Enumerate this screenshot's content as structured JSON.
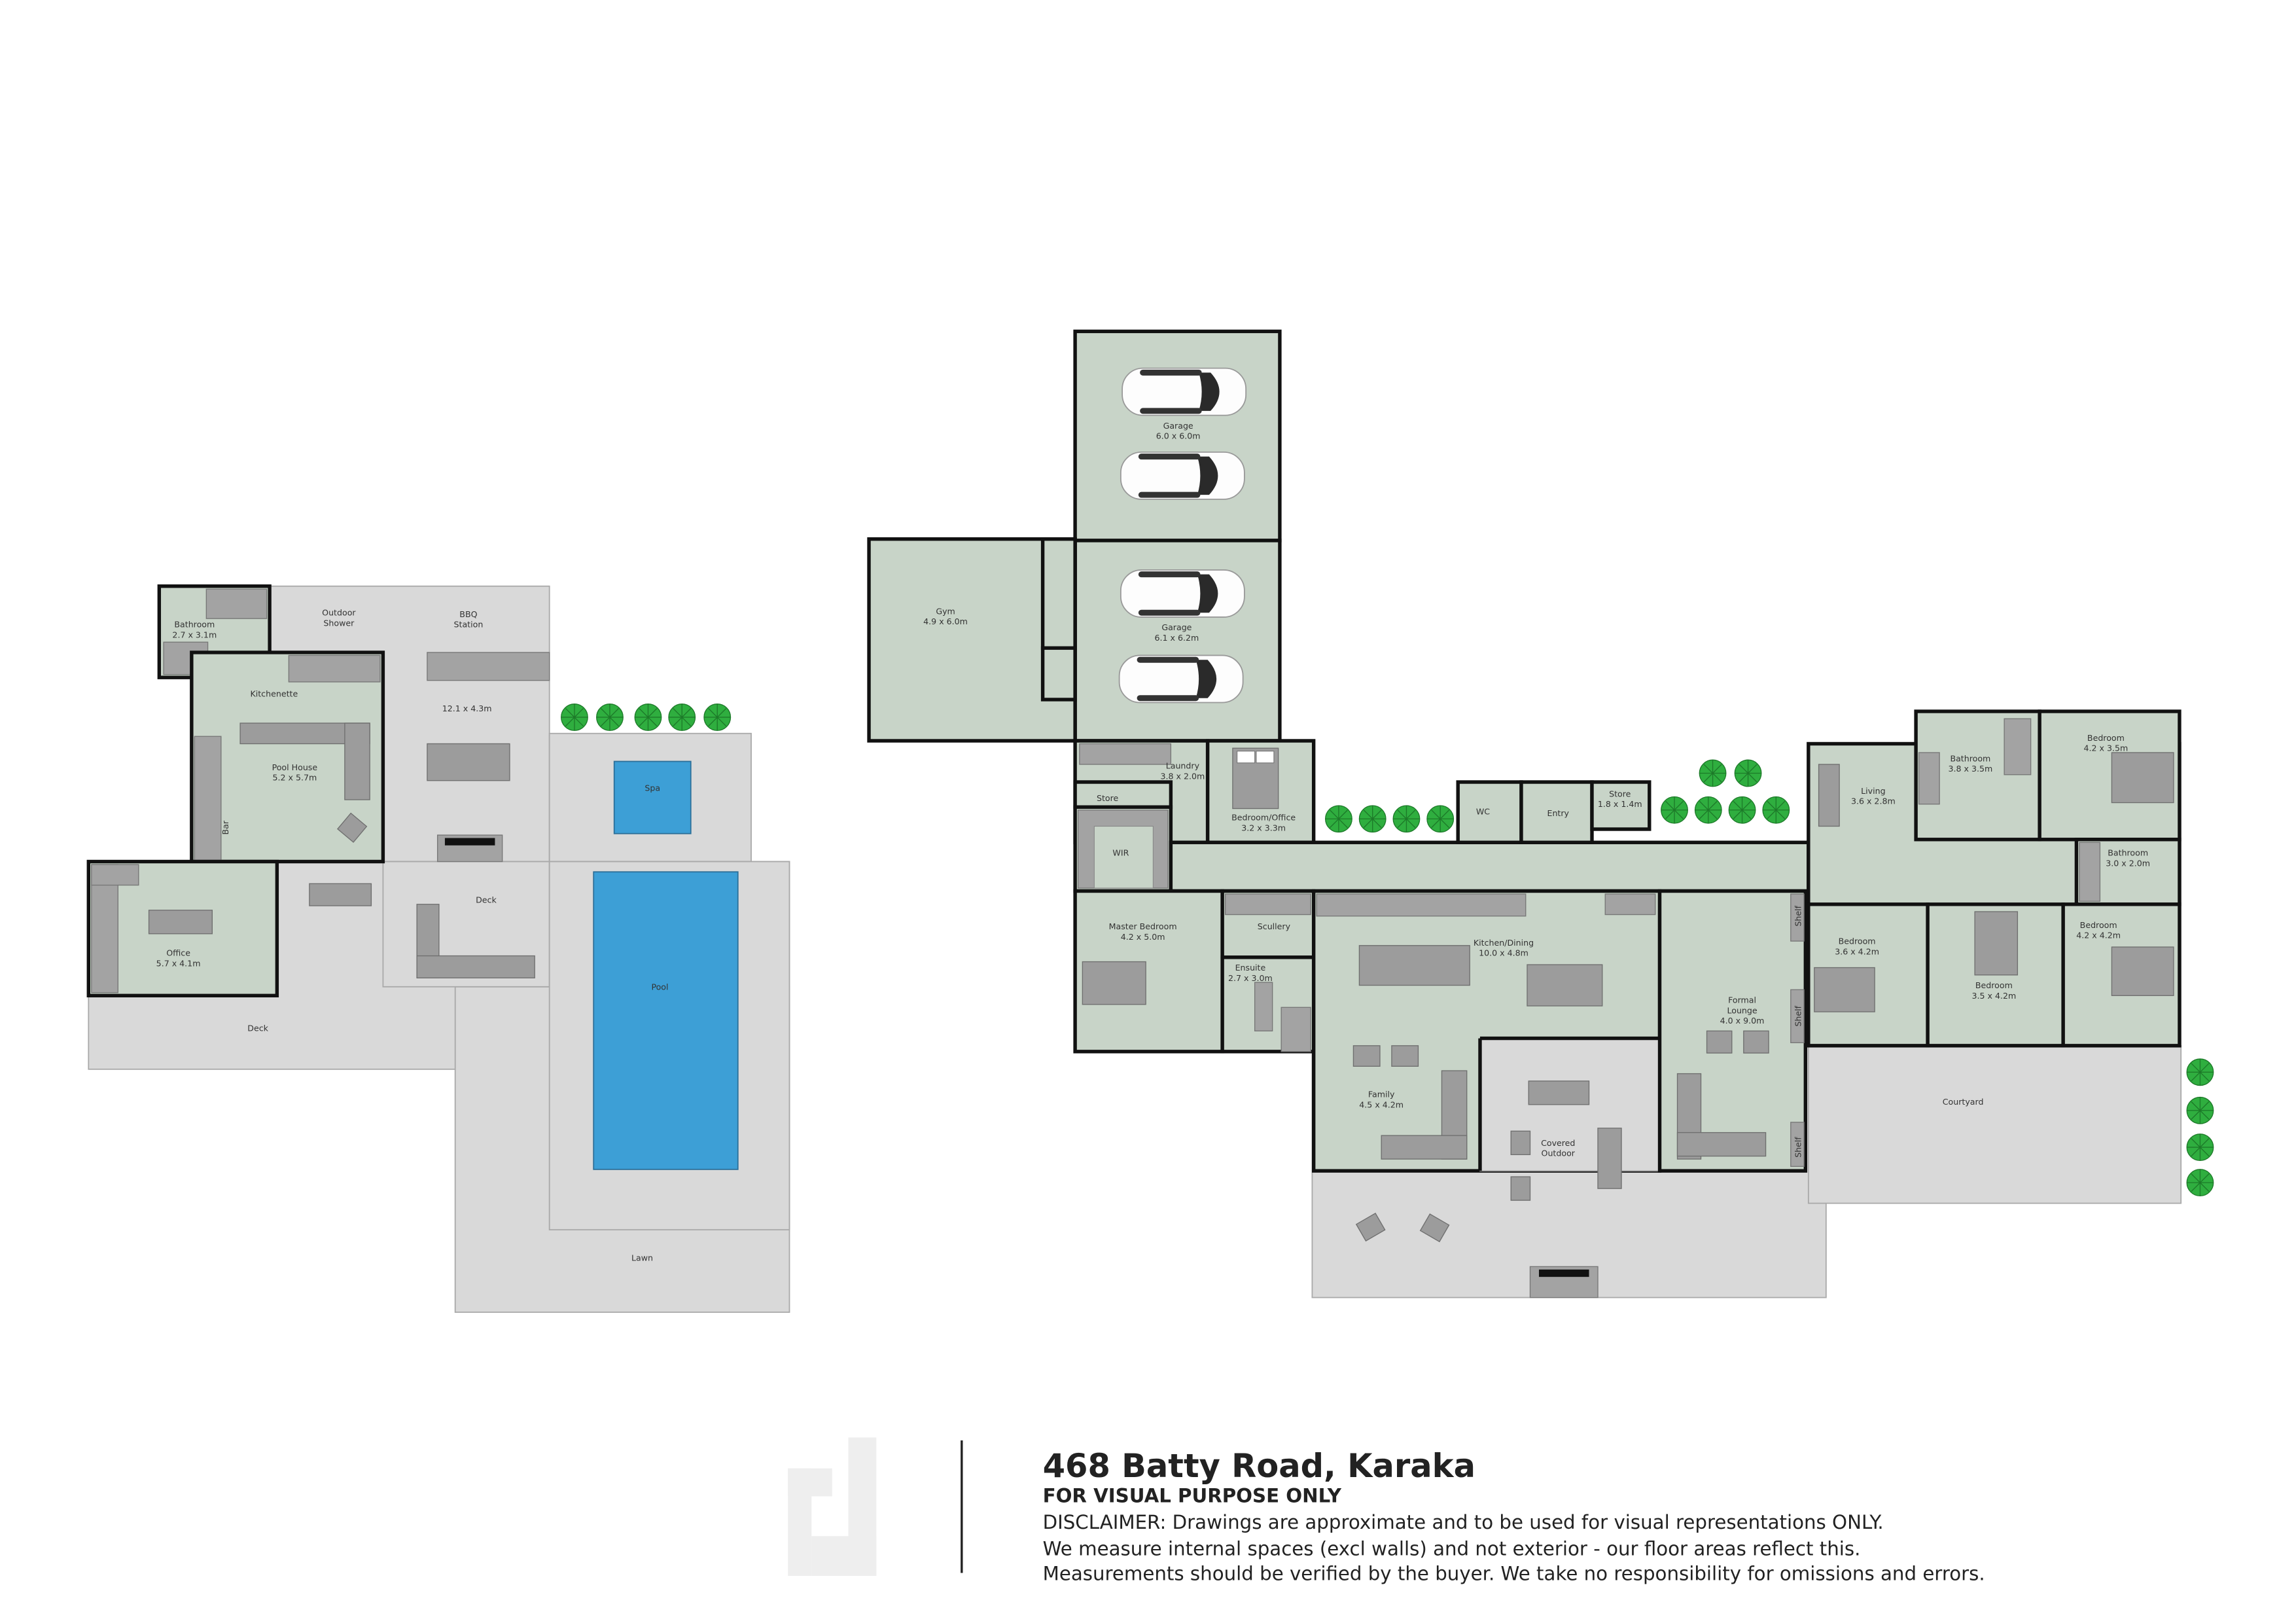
{
  "colors": {
    "room": "#c8d4c8",
    "outdoor": "#d9d9d9",
    "wall": "#111111",
    "water": "#3d9fd6",
    "tree": "#2fae3f",
    "logo": "#eeeeee"
  },
  "pool_house_plan": {
    "bathroom": {
      "name": "Bathroom",
      "size": "2.7 x 3.1m"
    },
    "outdoor_shower": {
      "line1": "Outdoor",
      "line2": "Shower"
    },
    "bbq": {
      "line1": "BBQ",
      "line2": "Station"
    },
    "bbq_area_size": "12.1 x 4.3m",
    "kitchenette": "Kitchenette",
    "pool_house": {
      "name": "Pool House",
      "size": "5.2 x 5.7m"
    },
    "bar": "Bar",
    "spa": "Spa",
    "deck_middle": "Deck",
    "pool": "Pool",
    "office": {
      "name": "Office",
      "size": "5.7 x 4.1m"
    },
    "deck_left": "Deck",
    "lawn": "Lawn"
  },
  "main_house_plan": {
    "garage_1": {
      "name": "Garage",
      "size": "6.0 x 6.0m"
    },
    "garage_2": {
      "name": "Garage",
      "size": "6.1 x 6.2m"
    },
    "gym": {
      "name": "Gym",
      "size": "4.9 x 6.0m"
    },
    "laundry": {
      "name": "Laundry",
      "size": "3.8 x 2.0m"
    },
    "store_1": "Store",
    "bedroom_office": {
      "name": "Bedroom/Office",
      "size": "3.2 x 3.3m"
    },
    "wir": "WIR",
    "wc": "WC",
    "entry": "Entry",
    "store_2": {
      "name": "Store",
      "size": "1.8 x 1.4m"
    },
    "living": {
      "name": "Living",
      "size": "3.6 x 2.8m"
    },
    "bathroom_1": {
      "name": "Bathroom",
      "size": "3.8 x 3.5m"
    },
    "bedroom_1": {
      "name": "Bedroom",
      "size": "4.2 x 3.5m"
    },
    "bathroom_2": {
      "name": "Bathroom",
      "size": "3.0 x 2.0m"
    },
    "master_bedroom": {
      "name": "Master Bedroom",
      "size": "4.2 x 5.0m"
    },
    "scullery": "Scullery",
    "kitchen_dining": {
      "name": "Kitchen/Dining",
      "size": "10.0 x 4.8m"
    },
    "ensuite": {
      "name": "Ensuite",
      "size": "2.7 x 3.0m"
    },
    "bedroom_2": {
      "name": "Bedroom",
      "size": "3.6 x 4.2m"
    },
    "bedroom_3": {
      "name": "Bedroom",
      "size": "3.5 x 4.2m"
    },
    "bedroom_4": {
      "name": "Bedroom",
      "size": "4.2 x 4.2m"
    },
    "formal_lounge": {
      "line1": "Formal",
      "line2": "Lounge",
      "size": "4.0 x 9.0m"
    },
    "shelf": "Shelf",
    "family": {
      "name": "Family",
      "size": "4.5 x 4.2m"
    },
    "covered_outdoor": {
      "line1": "Covered",
      "line2": "Outdoor"
    },
    "courtyard": "Courtyard"
  },
  "footer": {
    "address": "468 Batty Road, Karaka",
    "subtitle": "FOR VISUAL PURPOSE ONLY",
    "disclaimer_1": "DISCLAIMER:  Drawings are approximate and to be used for visual representations ONLY.",
    "disclaimer_2": "We measure internal spaces (excl walls) and not exterior - our floor areas reflect this.",
    "disclaimer_3": "Measurements should be verified by the buyer. We take no responsibility for omissions and errors."
  }
}
